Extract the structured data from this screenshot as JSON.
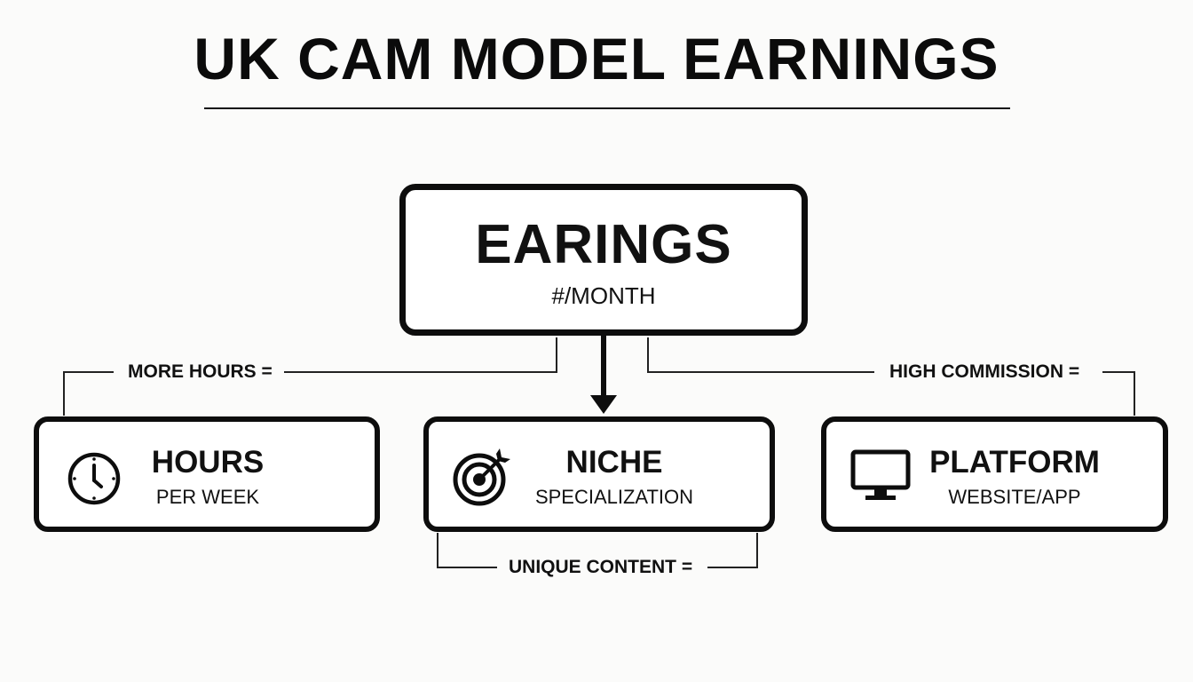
{
  "title": "UK CAM MODEL EARNINGS",
  "main": {
    "title": "EARINGS",
    "subtitle": "#/MONTH"
  },
  "cards": {
    "hours": {
      "title": "HOURS",
      "subtitle": "PER WEEK",
      "icon": "clock-icon"
    },
    "niche": {
      "title": "NICHE",
      "subtitle": "SPECIALIZATION",
      "icon": "target-icon"
    },
    "platform": {
      "title": "PLATFORM",
      "subtitle": "WEBSITE/APP",
      "icon": "monitor-icon"
    }
  },
  "connectors": {
    "hours": "MORE HOURS =",
    "platform": "HIGH COMMISSION =",
    "niche": "UNIQUE CONTENT ="
  }
}
